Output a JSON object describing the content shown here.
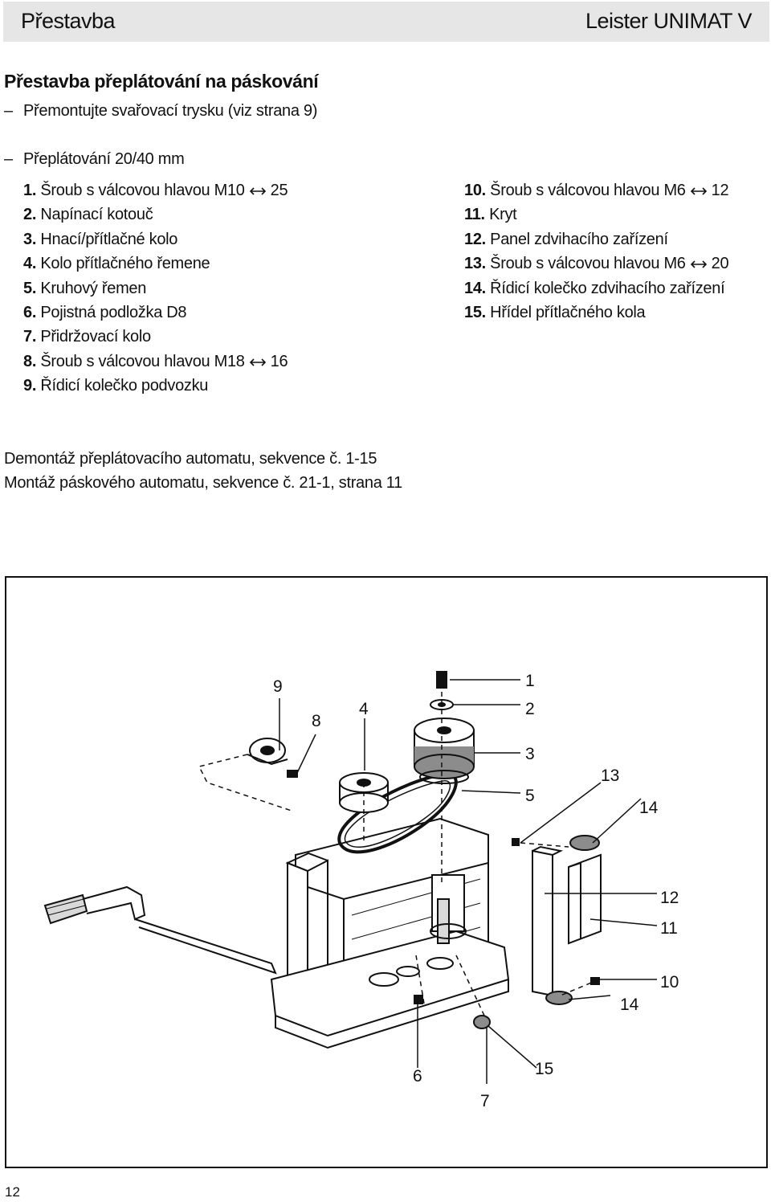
{
  "header": {
    "section": "Přestavba",
    "product": "Leister UNIMAT V"
  },
  "title": "Přestavba přeplátování na páskování",
  "instructions": [
    "Přemontujte svařovací trysku (viz strana 9)",
    "Přeplátování 20/40 mm"
  ],
  "parts_left": [
    {
      "num": "1.",
      "text": "Šroub s válcovou hlavou M10",
      "size": "25"
    },
    {
      "num": "2.",
      "text": "Napínací kotouč"
    },
    {
      "num": "3.",
      "text": "Hnací/přítlačné kolo"
    },
    {
      "num": "4.",
      "text": "Kolo přítlačného řemene"
    },
    {
      "num": "5.",
      "text": "Kruhový řemen"
    },
    {
      "num": "6.",
      "text": "Pojistná podložka D8"
    },
    {
      "num": "7.",
      "text": "Přidržovací kolo"
    },
    {
      "num": "8.",
      "text": "Šroub s válcovou hlavou M18",
      "size": "16"
    },
    {
      "num": "9.",
      "text": "Řídicí kolečko podvozku"
    }
  ],
  "parts_right": [
    {
      "num": "10.",
      "text": "Šroub s válcovou hlavou M6",
      "size": "12"
    },
    {
      "num": "11.",
      "text": "Kryt"
    },
    {
      "num": "12.",
      "text": "Panel zdvihacího zařízení"
    },
    {
      "num": "13.",
      "text": "Šroub s válcovou hlavou M6",
      "size": "20"
    },
    {
      "num": "14.",
      "text": "Řídicí kolečko zdvihacího zařízení"
    },
    {
      "num": "15.",
      "text": "Hřídel přítlačného kola"
    }
  ],
  "notes": [
    "Demontáž přeplátovacího automatu, sekvence č. 1-15",
    "Montáž páskového automatu, sekvence č. 21-1, strana 11"
  ],
  "diagram": {
    "callouts": [
      "9",
      "8",
      "4",
      "1",
      "2",
      "3",
      "5",
      "13",
      "14",
      "12",
      "11",
      "10",
      "14",
      "6",
      "15",
      "7"
    ]
  },
  "page_number": "12"
}
